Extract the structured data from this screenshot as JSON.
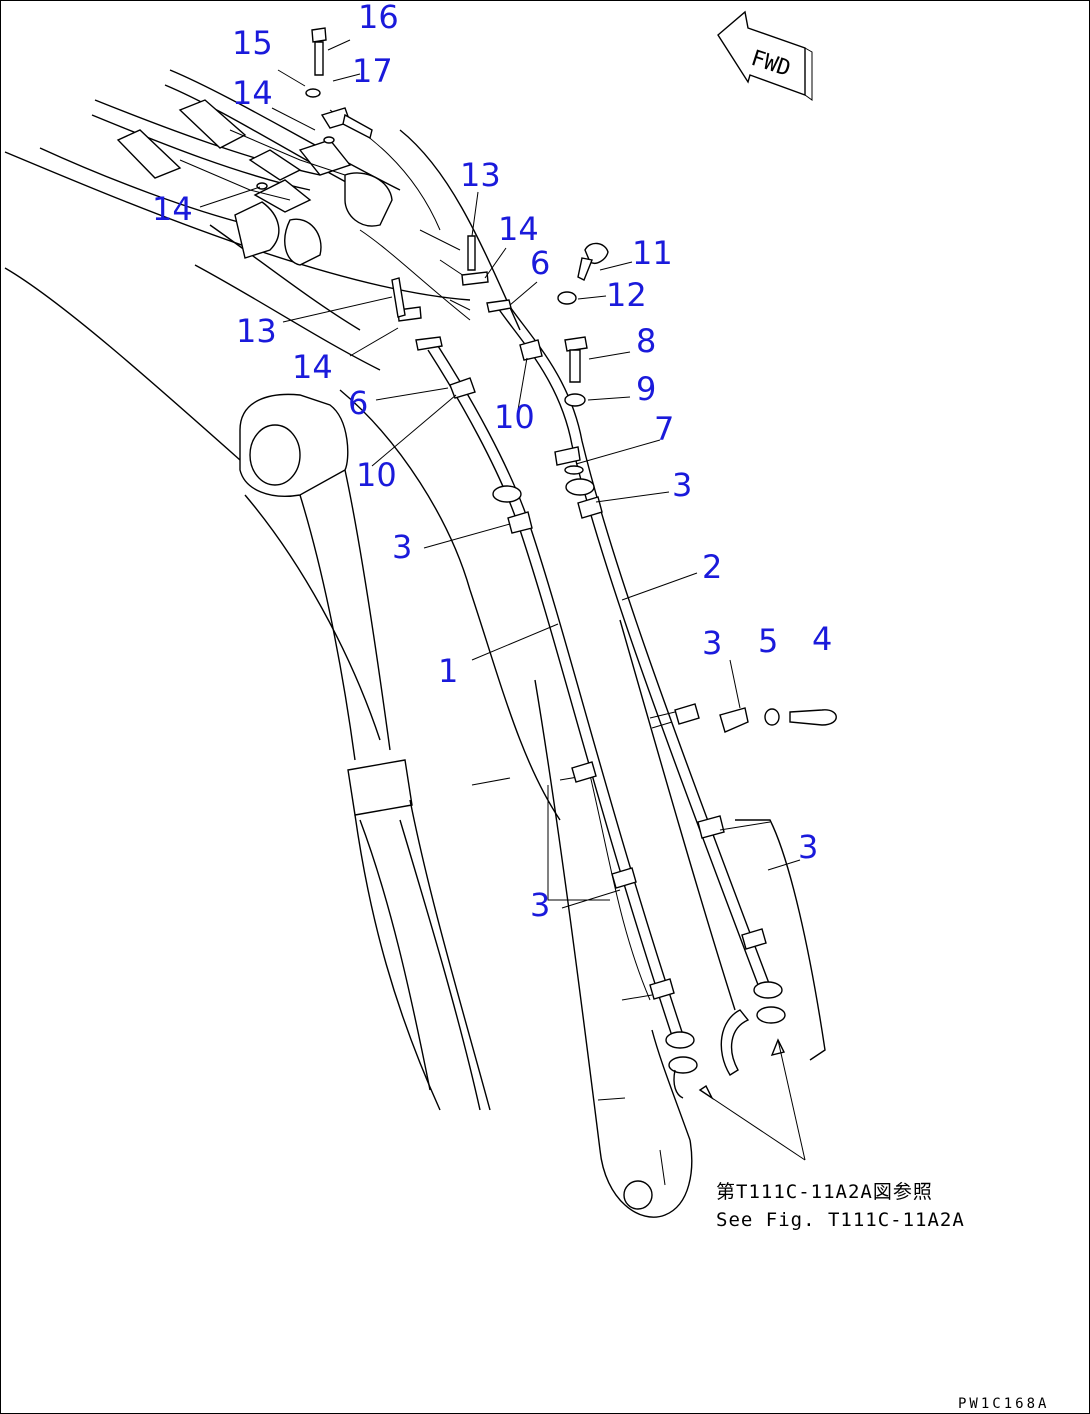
{
  "figure": {
    "direction_marker": "FWD",
    "reference_note_jp": "第T111C-11A2A図参照",
    "reference_note_en": "See Fig. T111C-11A2A",
    "drawing_code": "PW1C168A"
  },
  "callouts": [
    {
      "id": "c16",
      "label": "16"
    },
    {
      "id": "c15",
      "label": "15"
    },
    {
      "id": "c17",
      "label": "17"
    },
    {
      "id": "c14a",
      "label": "14"
    },
    {
      "id": "c14b",
      "label": "14"
    },
    {
      "id": "c13a",
      "label": "13"
    },
    {
      "id": "c14c",
      "label": "14"
    },
    {
      "id": "c6a",
      "label": "6"
    },
    {
      "id": "c11",
      "label": "11"
    },
    {
      "id": "c12",
      "label": "12"
    },
    {
      "id": "c13b",
      "label": "13"
    },
    {
      "id": "c14d",
      "label": "14"
    },
    {
      "id": "c8",
      "label": "8"
    },
    {
      "id": "c6b",
      "label": "6"
    },
    {
      "id": "c9",
      "label": "9"
    },
    {
      "id": "c10a",
      "label": "10"
    },
    {
      "id": "c10b",
      "label": "10"
    },
    {
      "id": "c7",
      "label": "7"
    },
    {
      "id": "c3a",
      "label": "3"
    },
    {
      "id": "c3b",
      "label": "3"
    },
    {
      "id": "c2",
      "label": "2"
    },
    {
      "id": "c3c",
      "label": "3"
    },
    {
      "id": "c5",
      "label": "5"
    },
    {
      "id": "c4",
      "label": "4"
    },
    {
      "id": "c1",
      "label": "1"
    },
    {
      "id": "c3d",
      "label": "3"
    },
    {
      "id": "c3e",
      "label": "3"
    }
  ]
}
